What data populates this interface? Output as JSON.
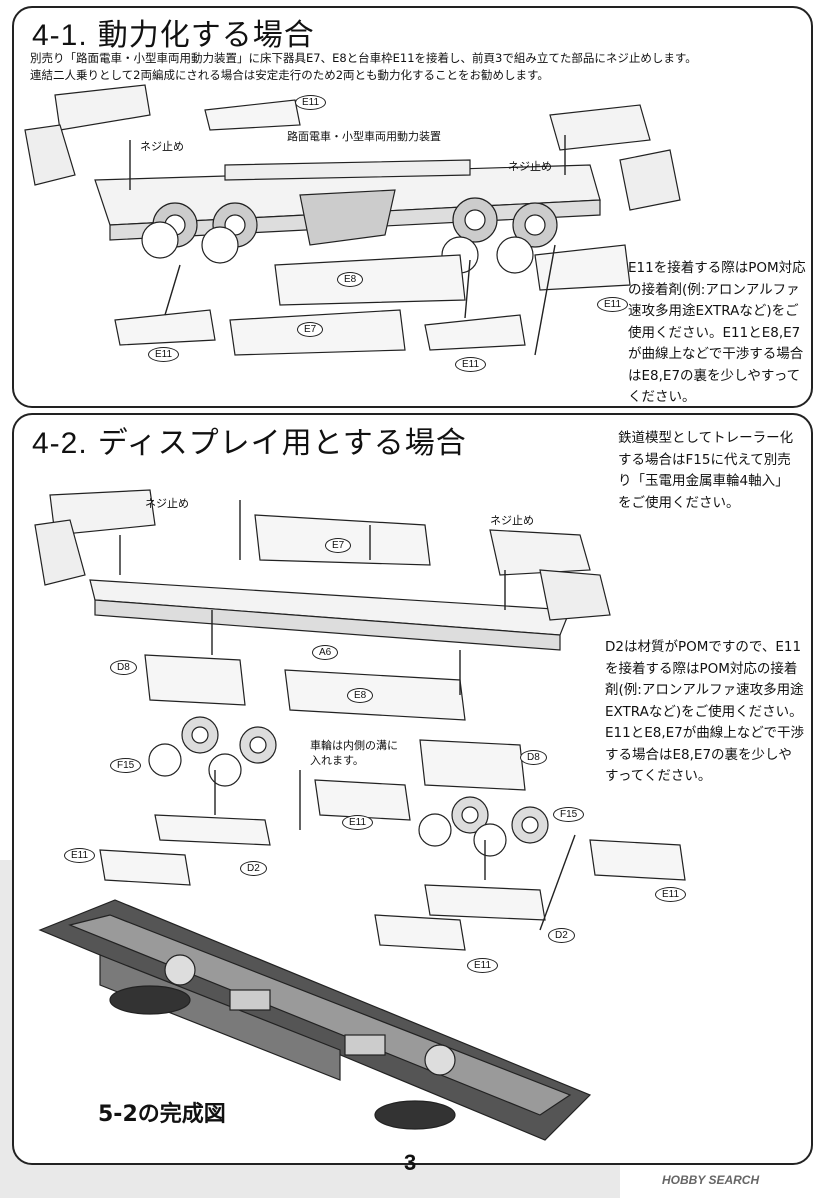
{
  "s41": {
    "title_num": "4-1.",
    "title_text": "動力化する場合",
    "intro_1": "別売り「路面電車・小型車両用動力装置」に床下器具E7、E8と台車枠E11を接着し、前頁3で組み立てた部品にネジ止めします。",
    "intro_2": "連結二人乗りとして2両編成にされる場合は安定走行のため2両とも動力化することをお勧めします。",
    "lbl_motor": "路面電車・小型車両用動力装置",
    "lbl_screw_l": "ネジ止め",
    "lbl_screw_r": "ネジ止め",
    "part_e11_a": "E11",
    "part_e11_b": "E11",
    "part_e11_c": "E11",
    "part_e11_d": "E11",
    "part_e8": "E8",
    "part_e7": "E7",
    "note": "E11を接着する際はPOM対応の接着剤(例:アロンアルファ速攻多用途EXTRAなど)をご使用ください。E11とE8,E7が曲線上などで干渉する場合はE8,E7の裏を少しやすってください。"
  },
  "s42": {
    "title_num": "4-2.",
    "title_text": "ディスプレイ用とする場合",
    "note_1": "鉄道模型としてトレーラー化する場合はF15に代えて別売り「玉電用金属車輪4軸入」をご使用ください。",
    "note_2": "D2は材質がPOMですので、E11を接着する際はPOM対応の接着剤(例:アロンアルファ速攻多用途EXTRAなど)をご使用ください。E11とE8,E7が曲線上などで干渉する場合はE8,E7の裏を少しやすってください。",
    "lbl_screw_l": "ネジ止め",
    "lbl_screw_r": "ネジ止め",
    "lbl_wheel": "車輪は内側の溝に入れます。",
    "part_e7": "E7",
    "part_a6": "A6",
    "part_e8": "E8",
    "part_d8_l": "D8",
    "part_d8_r": "D8",
    "part_f15_l": "F15",
    "part_f15_r": "F15",
    "part_e11_a": "E11",
    "part_e11_b": "E11",
    "part_e11_c": "E11",
    "part_e11_d": "E11",
    "part_d2_l": "D2",
    "part_d2_r": "D2",
    "caption": "5-2の完成図"
  },
  "page_number": "3",
  "watermark": "HOBBY SEARCH"
}
